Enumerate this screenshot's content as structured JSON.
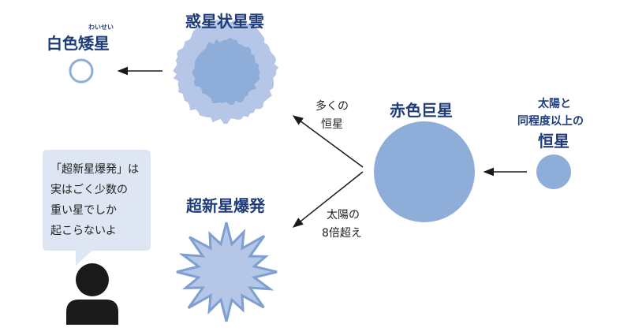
{
  "colors": {
    "accent": "#1f3d7a",
    "star_fill": "#8fadd9",
    "nebula_outer": "#b5c6e6",
    "nebula_inner": "#8fadd9",
    "bubble_bg": "#dfe6f3",
    "silhouette": "#1a1a1a"
  },
  "nodes": {
    "sun_like_star": {
      "title_top_1": "太陽と",
      "title_top_2": "同程度以上の",
      "title": "恒星"
    },
    "red_giant": {
      "title": "赤色巨星"
    },
    "planetary_nebula": {
      "title": "惑星状星雲"
    },
    "white_dwarf": {
      "title": "白色矮星",
      "ruby": "わいせい"
    },
    "supernova": {
      "title": "超新星爆発"
    }
  },
  "edges": {
    "to_nebula_label_1": "多くの",
    "to_nebula_label_2": "恒星",
    "to_supernova_label_1": "太陽の",
    "to_supernova_label_2": "8倍超え"
  },
  "speech_bubble": {
    "lines": [
      "「超新星爆発」は",
      "実はごく少数の",
      "重い星でしか",
      "起こらないよ"
    ]
  },
  "icons": {
    "speaker": "person-silhouette-icon",
    "arrows": "arrow-icon"
  }
}
